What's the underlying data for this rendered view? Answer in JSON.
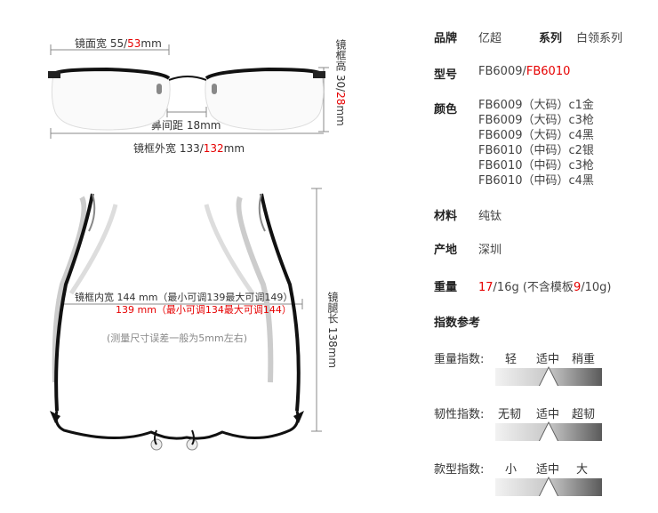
{
  "front_view": {
    "lens_width_label": "镜面宽 55/",
    "lens_width_red": "53",
    "lens_width_unit": "mm",
    "lens_height_label": "镜框高 30/",
    "lens_height_red": "28",
    "lens_height_unit": "mm",
    "bridge_label": "鼻间距 18mm",
    "frame_width_label": "镜框外宽 133/",
    "frame_width_red": "132",
    "frame_width_unit": "mm"
  },
  "top_view": {
    "inner_width_line": "镜框内宽 144 mm（最小可调139最大可调149）",
    "inner_width_line_red": "139 mm（最小可调134最大可调144）",
    "note": "(测量尺寸误差一般为5mm左右)",
    "temple_length": "镜腿长 138mm"
  },
  "specs": {
    "brand_label": "品牌",
    "brand_value": "亿超",
    "series_label": "系列",
    "series_value": "白领系列",
    "model_label": "型号",
    "model_value": "FB6009/",
    "model_value_red": "FB6010",
    "color_label": "颜色",
    "colors": [
      "FB6009（大码）c1金",
      "FB6009（大码）c3枪",
      "FB6009（大码）c4黑",
      "FB6010（中码）c2银",
      "FB6010（中码）c3枪",
      "FB6010（中码）c4黑"
    ],
    "material_label": "材料",
    "material_value": "纯钛",
    "origin_label": "产地",
    "origin_value": "深圳",
    "weight_label": "重量",
    "weight_red1": "17",
    "weight_mid": "/16g (不含模板",
    "weight_red2": "9",
    "weight_end": "/10g)"
  },
  "indices": {
    "title": "指数参考",
    "rows": [
      {
        "label": "重量指数:",
        "options": [
          "轻",
          "适中",
          "稍重"
        ],
        "selected_fraction": 0.5
      },
      {
        "label": "韧性指数:",
        "options": [
          "无韧",
          "适中",
          "超韧"
        ],
        "selected_fraction": 0.5
      },
      {
        "label": "款型指数:",
        "options": [
          "小",
          "适中",
          "大"
        ],
        "selected_fraction": 0.5
      }
    ]
  }
}
